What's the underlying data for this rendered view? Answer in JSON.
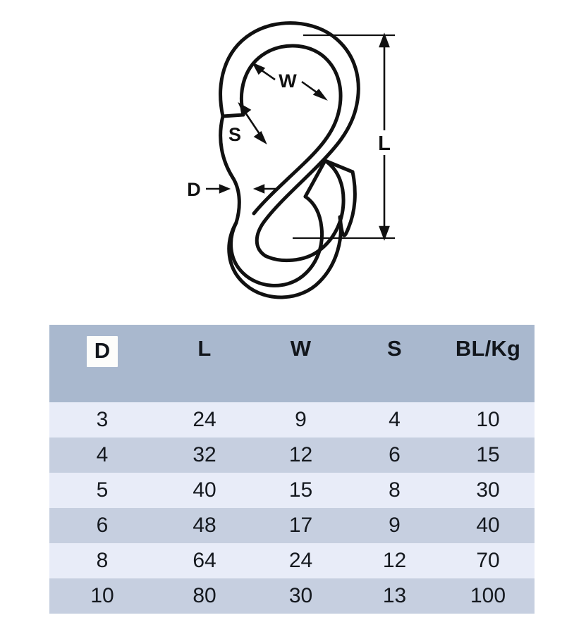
{
  "diagram": {
    "name": "s-hook-technical-drawing",
    "labels": {
      "width": "W",
      "gap": "S",
      "length": "L",
      "diameter": "D"
    }
  },
  "table": {
    "headers": [
      {
        "key": "d",
        "label": "D",
        "highlighted": true
      },
      {
        "key": "l",
        "label": "L",
        "highlighted": false
      },
      {
        "key": "w",
        "label": "W",
        "highlighted": false
      },
      {
        "key": "s",
        "label": "S",
        "highlighted": false
      },
      {
        "key": "bl",
        "label": "BL/Kg",
        "highlighted": false
      }
    ],
    "rows": [
      {
        "d": "3",
        "l": "24",
        "w": "9",
        "s": "4",
        "bl": "10"
      },
      {
        "d": "4",
        "l": "32",
        "w": "12",
        "s": "6",
        "bl": "15"
      },
      {
        "d": "5",
        "l": "40",
        "w": "15",
        "s": "8",
        "bl": "30"
      },
      {
        "d": "6",
        "l": "48",
        "w": "17",
        "s": "9",
        "bl": "40"
      },
      {
        "d": "8",
        "l": "64",
        "w": "24",
        "s": "12",
        "bl": "70"
      },
      {
        "d": "10",
        "l": "80",
        "w": "30",
        "s": "13",
        "bl": "100"
      }
    ]
  },
  "colors": {
    "header_bg": "#a9b8ce",
    "row_light_bg": "#e8ecf8",
    "row_dark_bg": "#c6cfe0",
    "highlight_bg": "#fdfdfb",
    "text": "#15191f",
    "line": "#111111",
    "page_bg": "#ffffff"
  },
  "chart_data": {
    "type": "table",
    "title": "S-Hook dimension specifications",
    "columns": [
      "D",
      "L",
      "W",
      "S",
      "BL/Kg"
    ],
    "rows": [
      [
        "3",
        "24",
        "9",
        "4",
        "10"
      ],
      [
        "4",
        "32",
        "12",
        "6",
        "15"
      ],
      [
        "5",
        "40",
        "15",
        "8",
        "30"
      ],
      [
        "6",
        "48",
        "17",
        "9",
        "40"
      ],
      [
        "8",
        "64",
        "24",
        "12",
        "70"
      ],
      [
        "10",
        "80",
        "30",
        "13",
        "100"
      ]
    ],
    "series": [
      {
        "name": "D",
        "values": [
          3,
          4,
          5,
          6,
          8,
          10
        ]
      },
      {
        "name": "L",
        "values": [
          24,
          32,
          40,
          48,
          64,
          80
        ]
      },
      {
        "name": "W",
        "values": [
          9,
          12,
          15,
          17,
          24,
          30
        ]
      },
      {
        "name": "S",
        "values": [
          4,
          6,
          8,
          9,
          12,
          13
        ]
      },
      {
        "name": "BL/Kg",
        "values": [
          10,
          15,
          30,
          40,
          70,
          100
        ]
      }
    ]
  }
}
